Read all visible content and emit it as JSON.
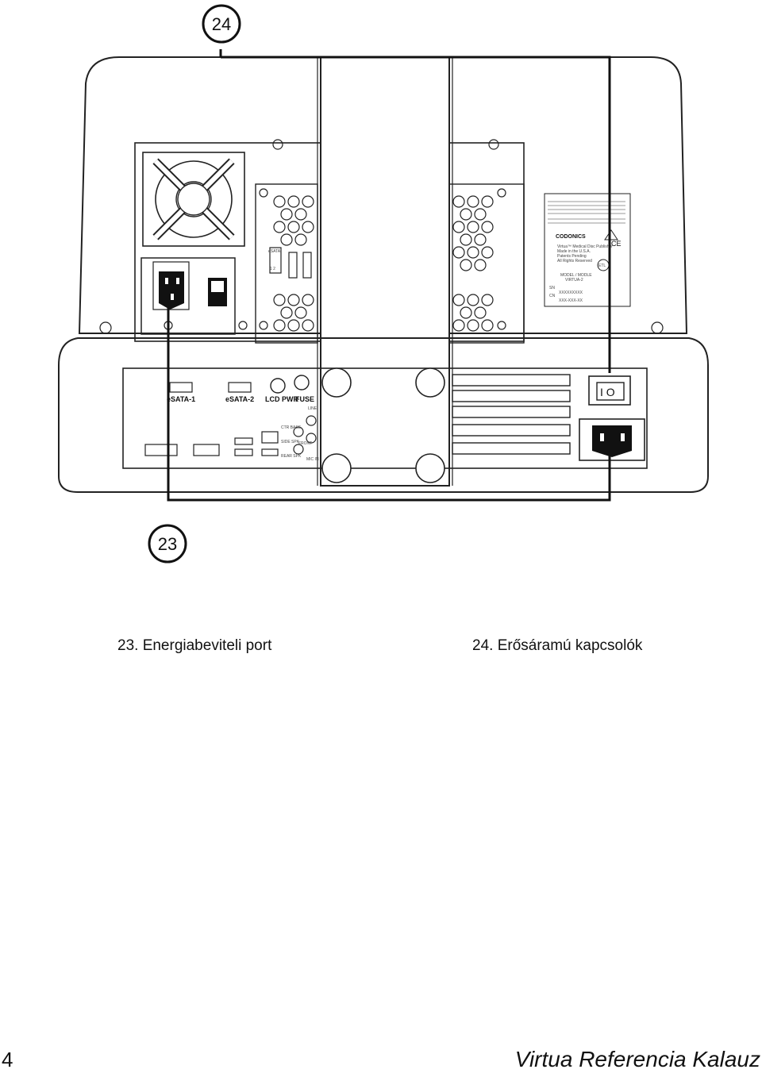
{
  "callouts": [
    {
      "number": "24",
      "target": "Erősáramú kapcsolók"
    },
    {
      "number": "23",
      "target": "Energiabeviteli port"
    }
  ],
  "captions": {
    "c23": "23.  Energiabeviteli port",
    "c24": "24.  Erősáramú kapcsolók"
  },
  "ports": {
    "esata1": "eSATA-1",
    "esata2": "eSATA-2",
    "lcd_pwr": "LCD PWR",
    "fuse": "FUSE",
    "line": "LINE",
    "ctr_bass": "CTR BASS",
    "side_spk": "SIDE SPK",
    "front": "FRONT",
    "rear_spk": "REAR SPK",
    "mic_in": "MIC IN",
    "esata_small": "eSATA",
    "esata_nums": "1  2"
  },
  "switch_text": "I O",
  "label_plate": {
    "brand": "CODONICS",
    "product_line1": "Virtua™ Medical Disc Publisher",
    "product_line2": "Made in the U.S.A.",
    "product_line3": "Patents Pending",
    "product_line4": "All Rights Reserved",
    "model_label": "MODEL / MODLE",
    "model_value": "VIRTUA-2",
    "sn_label": "SN",
    "cn_label": "CN",
    "sn_value": "XXXXXXXXX",
    "cn_value": "XXX-XXX-XX",
    "ce_mark": "CE",
    "etl_mark": "ETL"
  },
  "footer": {
    "page_number": "4",
    "title": "Virtua Referencia Kalauz"
  }
}
